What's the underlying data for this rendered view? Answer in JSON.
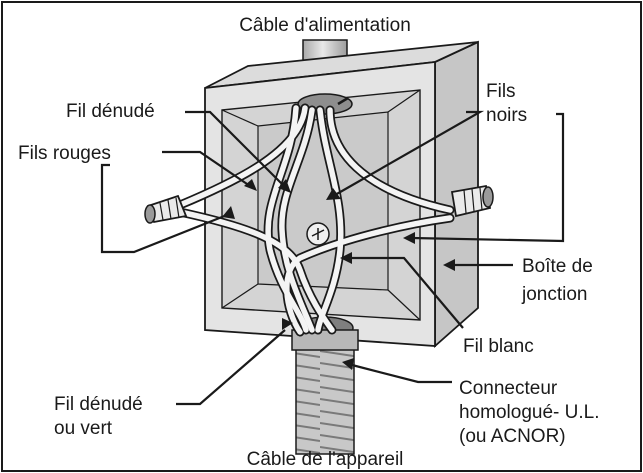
{
  "labels": {
    "power_cable": "Câble d'alimentation",
    "bare_wire": "Fil dénudé",
    "black_wires_1": "Fils",
    "black_wires_2": "noirs",
    "red_wires": "Fils rouges",
    "junction_box_1": "Boîte de",
    "junction_box_2": "jonction",
    "white_wire": "Fil blanc",
    "bare_green_1": "Fil dénudé",
    "bare_green_2": "ou vert",
    "connector_1": "Connecteur",
    "connector_2": "homologué- U.L.",
    "connector_3": "(ou ACNOR)",
    "fixture_cable": "Câble de l'appareil"
  },
  "colors": {
    "line": "#1a1a1a",
    "box_face": "#e6e6e6",
    "box_side": "#cfcfcf",
    "box_inner": "#d9d9d9",
    "wire_fill": "#f2f2f2",
    "cable_fill": "#d0d0d0"
  }
}
